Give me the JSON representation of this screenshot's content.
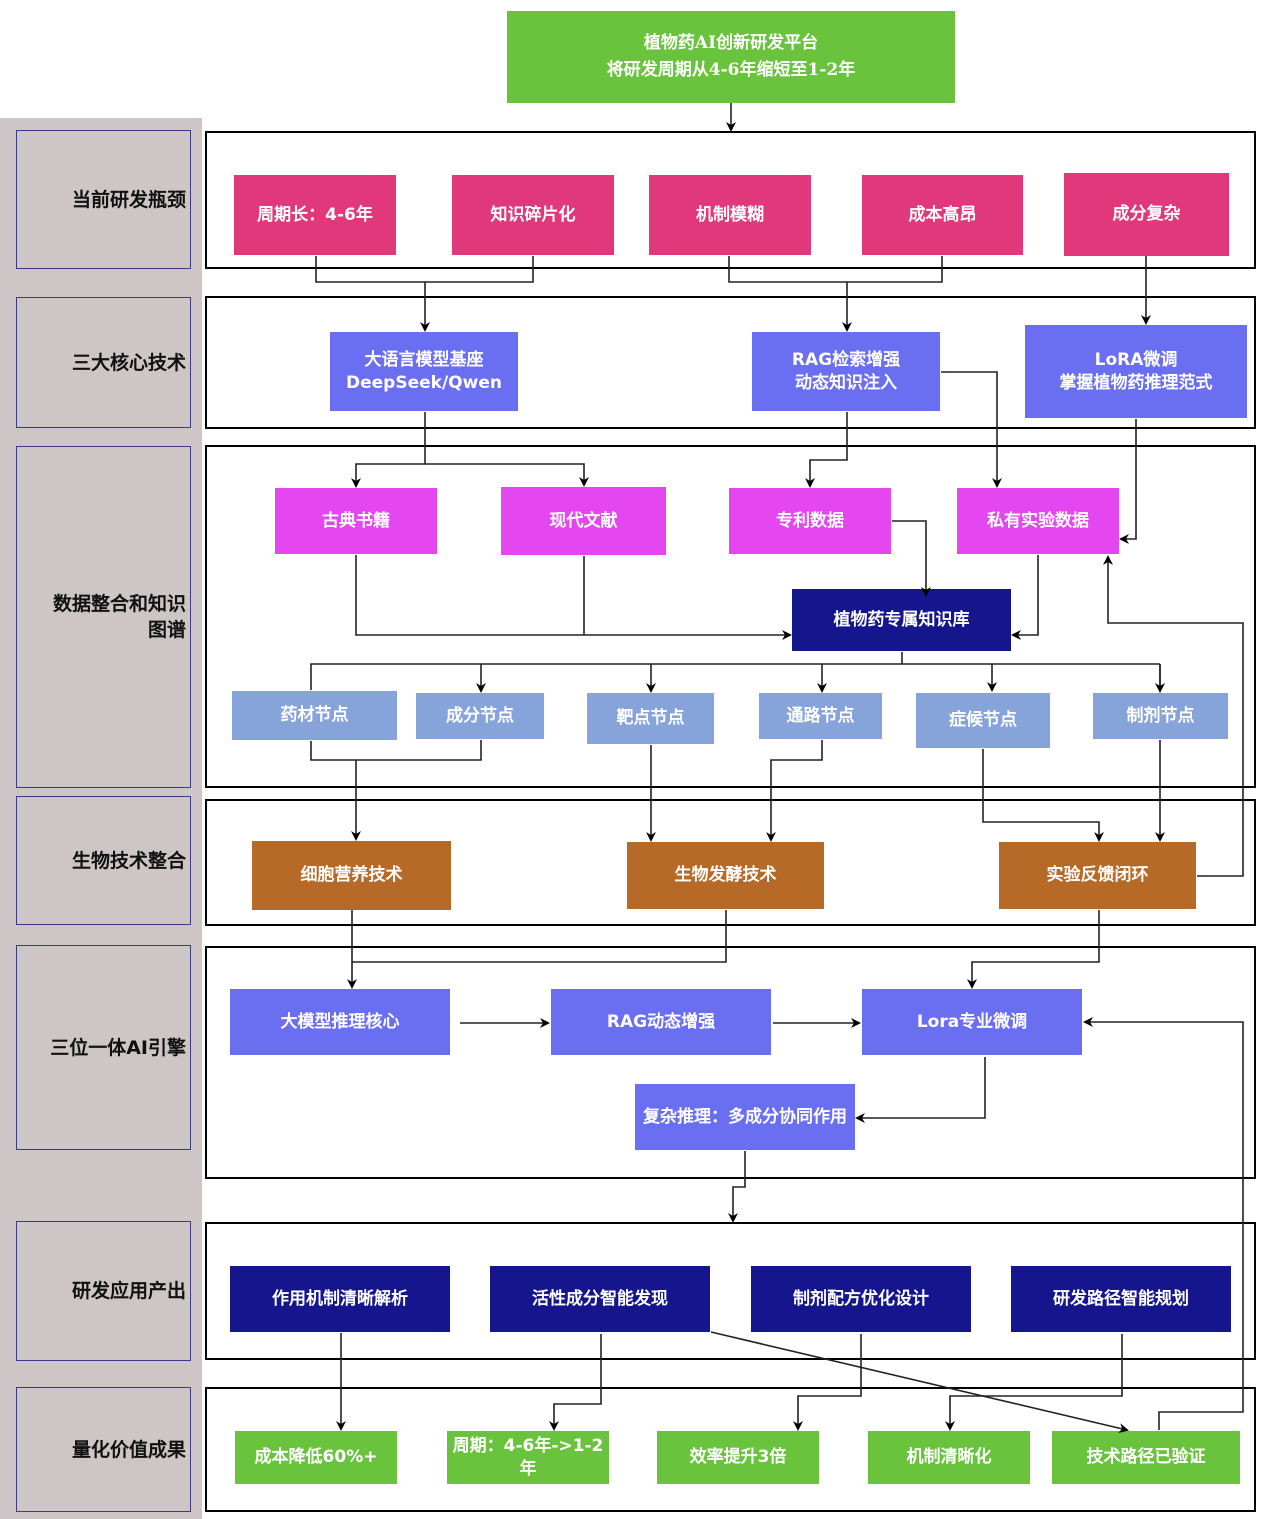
{
  "header": {
    "title_line1": "植物药AI创新研发平台",
    "title_line2": "将研发周期从4-6年缩短至1-2年"
  },
  "colors": {
    "bottleneck": "#e0387a",
    "core_tech": "#6a6ef0",
    "data_source": "#e446f0",
    "knowledge_base": "#15168e",
    "graph_node": "#87a4da",
    "biotech": "#b76a27",
    "result": "#69c33d",
    "lane_bg": "#cdc5c6"
  },
  "lanes": [
    {
      "label": "当前研发瓶颈"
    },
    {
      "label": "三大核心技术"
    },
    {
      "label": "数据整合和知识图谱"
    },
    {
      "label": "生物技术整合"
    },
    {
      "label": "三位一体AI引擎"
    },
    {
      "label": "研发应用产出"
    },
    {
      "label": "量化价值成果"
    }
  ],
  "bottlenecks": [
    "周期长：4-6年",
    "知识碎片化",
    "机制模糊",
    "成本高昂",
    "成分复杂"
  ],
  "core_tech": [
    {
      "line1": "大语言模型基座",
      "line2": "DeepSeek/Qwen"
    },
    {
      "line1": "RAG检索增强",
      "line2": "动态知识注入"
    },
    {
      "line1": "LoRA微调",
      "line2": "掌握植物药推理范式"
    }
  ],
  "data_sources": [
    "古典书籍",
    "现代文献",
    "专利数据",
    "私有实验数据"
  ],
  "knowledge_base": "植物药专属知识库",
  "graph_nodes": [
    "药材节点",
    "成分节点",
    "靶点节点",
    "通路节点",
    "症候节点",
    "制剂节点"
  ],
  "biotech": [
    "细胞营养技术",
    "生物发酵技术",
    "实验反馈闭环"
  ],
  "ai_engine": {
    "llm": "大模型推理核心",
    "rag": "RAG动态增强",
    "lora": "Lora专业微调",
    "reasoning": "复杂推理：多成分协同作用"
  },
  "applications": [
    "作用机制清晰解析",
    "活性成分智能发现",
    "制剂配方优化设计",
    "研发路径智能规划"
  ],
  "results": [
    "成本降低60%+",
    "周期：4-6年->1-2年",
    "效率提升3倍",
    "机制清晰化",
    "技术路径已验证"
  ]
}
